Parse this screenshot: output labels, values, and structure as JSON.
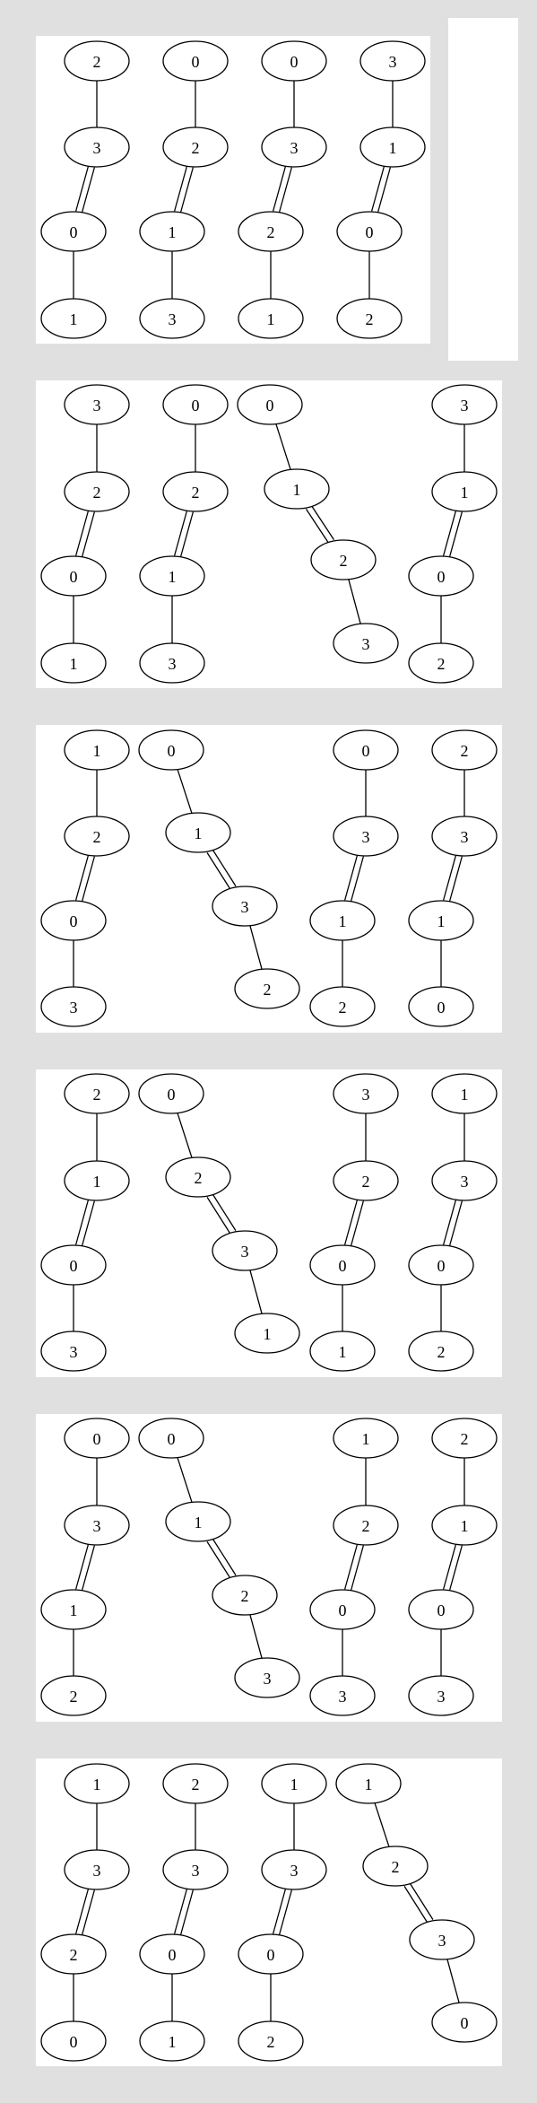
{
  "panels": [
    {
      "chains": [
        [
          "2",
          "3",
          "0",
          "1"
        ],
        [
          "0",
          "2",
          "1",
          "3"
        ],
        [
          "0",
          "3",
          "2",
          "1"
        ],
        [
          "3",
          "1",
          "0",
          "2"
        ]
      ]
    },
    {
      "chains": [
        [
          "3",
          "2",
          "0",
          "1"
        ],
        [
          "0",
          "2",
          "1",
          "3"
        ],
        [
          "0",
          "1",
          "2",
          "3"
        ],
        [
          "3",
          "1",
          "0",
          "2"
        ]
      ]
    },
    {
      "chains": [
        [
          "1",
          "2",
          "0",
          "3"
        ],
        [
          "0",
          "1",
          "3",
          "2"
        ],
        [
          "0",
          "3",
          "1",
          "2"
        ],
        [
          "2",
          "3",
          "1",
          "0"
        ]
      ]
    },
    {
      "chains": [
        [
          "2",
          "1",
          "0",
          "3"
        ],
        [
          "0",
          "2",
          "3",
          "1"
        ],
        [
          "3",
          "2",
          "0",
          "1"
        ],
        [
          "1",
          "3",
          "0",
          "2"
        ]
      ]
    },
    {
      "chains": [
        [
          "0",
          "3",
          "1",
          "2"
        ],
        [
          "0",
          "1",
          "2",
          "3"
        ],
        [
          "1",
          "2",
          "0",
          "3"
        ],
        [
          "2",
          "1",
          "0",
          "3"
        ]
      ]
    },
    {
      "chains": [
        [
          "1",
          "3",
          "2",
          "0"
        ],
        [
          "2",
          "3",
          "0",
          "1"
        ],
        [
          "1",
          "3",
          "0",
          "2"
        ],
        [
          "1",
          "2",
          "3",
          "0"
        ]
      ]
    }
  ],
  "edge_styles": [
    "single",
    "double",
    "single"
  ]
}
